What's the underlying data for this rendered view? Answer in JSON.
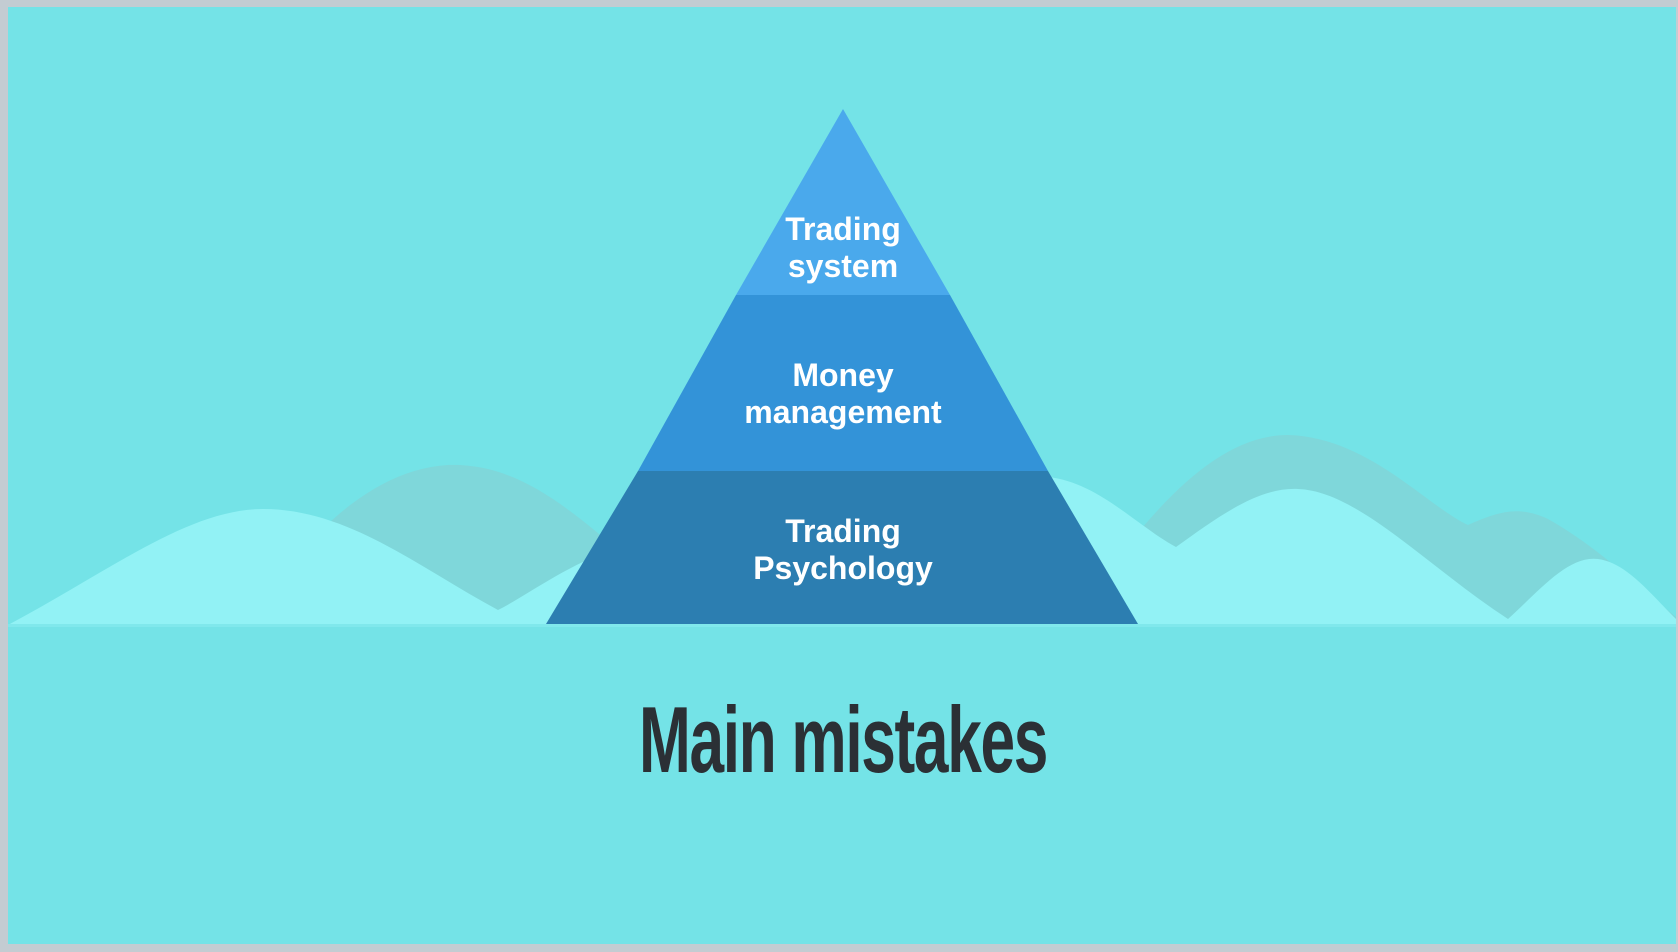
{
  "title": "Main mistakes",
  "pyramid": {
    "tiers": [
      {
        "lines": [
          "Trading",
          "system"
        ]
      },
      {
        "lines": [
          "Money",
          "management"
        ]
      },
      {
        "lines": [
          "Trading",
          "Psychology"
        ]
      }
    ]
  },
  "colors": {
    "background": "#74e3e7",
    "hill_light": "#92f2f5",
    "hill_dark": "#7fd7da",
    "tier_top": "#4aa9ec",
    "tier_middle": "#3393d8",
    "tier_bottom": "#2c7eb1",
    "title": "#2b3035"
  }
}
